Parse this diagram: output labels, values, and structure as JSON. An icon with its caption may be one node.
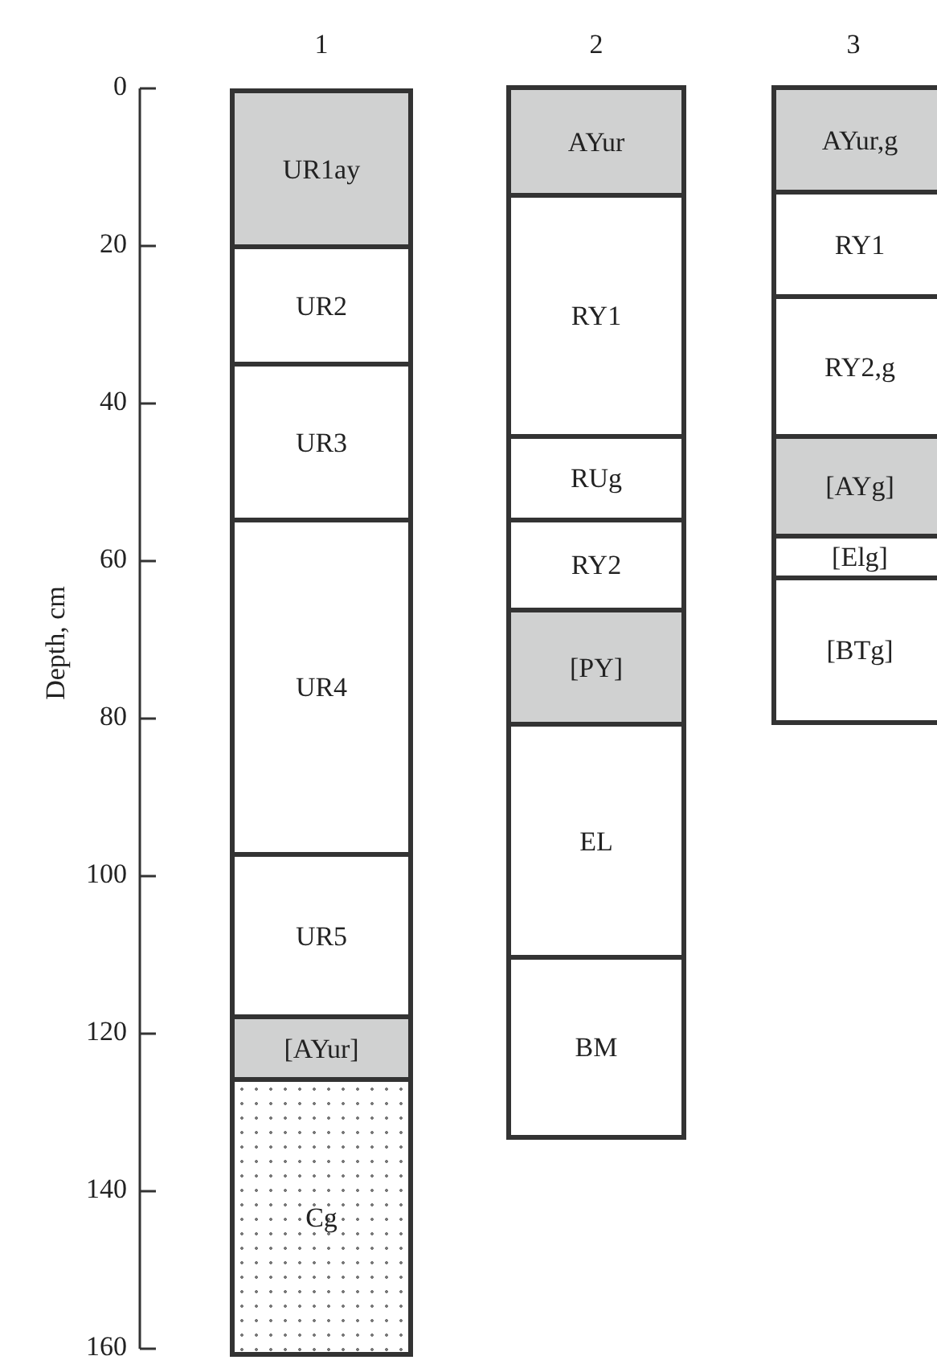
{
  "diagram": {
    "nodes": [
      {
        "text": [
          "UR1ay"
        ]
      },
      {
        "text": [
          "UR2"
        ]
      },
      {
        "text": [
          "UR3"
        ]
      },
      {
        "text": [
          "UR4"
        ]
      },
      {
        "text": [
          "UR5"
        ]
      },
      {
        "text": [
          "[AYur]"
        ]
      },
      {
        "text": [
          "Cg"
        ]
      },
      {
        "text": [
          "AYur"
        ]
      },
      {
        "text": [
          "RY1"
        ]
      },
      {
        "text": [
          "RUg"
        ]
      },
      {
        "text": [
          "RY2"
        ]
      },
      {
        "text": [
          "[PY]"
        ]
      },
      {
        "text": [
          "EL"
        ]
      },
      {
        "text": [
          "BM"
        ]
      },
      {
        "text": [
          "AYur,g"
        ]
      },
      {
        "text": [
          "RY1"
        ]
      },
      {
        "text": [
          "RY2,g"
        ]
      },
      {
        "text": [
          "[AYg]"
        ]
      },
      {
        "text": [
          "[Elg]"
        ]
      },
      {
        "text": [
          "[BTg]"
        ]
      }
    ],
    "edges": [],
    "labels": [
      "1",
      "2",
      "3",
      "0",
      "20",
      "40",
      "60",
      "80",
      "100",
      "120",
      "140",
      "160",
      "Depth, cm"
    ]
  }
}
